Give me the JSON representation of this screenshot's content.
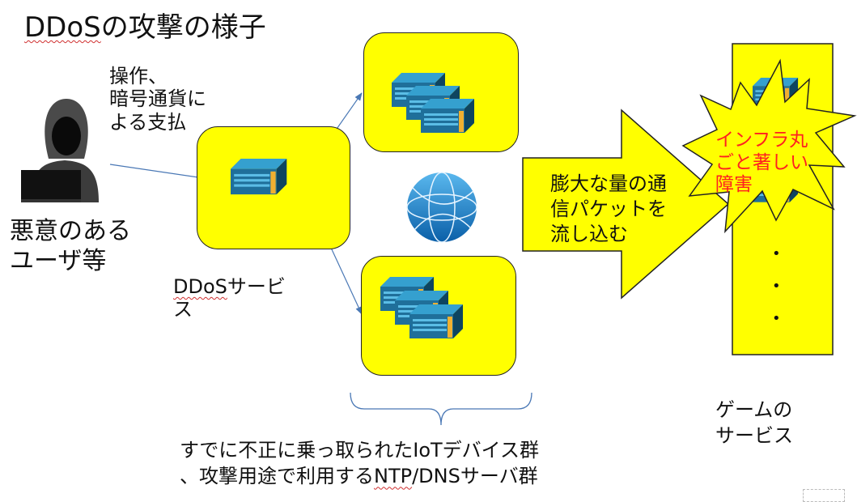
{
  "title": {
    "term": "DDoS",
    "rest": "の攻撃の様子"
  },
  "attacker": {
    "label": "悪意のある\nユーザ等",
    "action": "操作、\n暗号通貨に\nよる支払"
  },
  "ddos_service": {
    "term": "DDoS",
    "rest": "サービ\nス"
  },
  "hijacked_group": {
    "line1": "すでに不正に乗っ取られたIoTデバイス群",
    "line2_pre": "、攻撃用途で利用する",
    "line2_term": "NTP",
    "line2_post": "/DNSサーバ群"
  },
  "big_arrow": {
    "label": "膨大な量の通\n信パケットを\n流し込む"
  },
  "burst": {
    "label": "インフラ丸\nごと著しい\n障害",
    "color": "#ff2020"
  },
  "game_service": {
    "label": "ゲームの\nサービス",
    "dots": [
      "•",
      "•",
      "•"
    ]
  },
  "colors": {
    "yellow": "#ffff00",
    "arrow_line": "#4a78b5",
    "server": "#1f6f9a",
    "server_accent": "#f0b030"
  }
}
